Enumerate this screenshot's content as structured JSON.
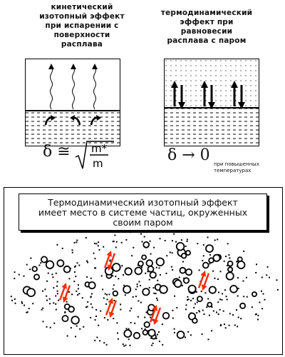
{
  "left": {
    "caption": "кинетический\nизотопный эффект\nпри испарении с\nповерхности\nрасплава",
    "formula": "δ ≅",
    "under_root_top": "m*",
    "under_root_bottom": "m"
  },
  "right": {
    "caption": "термодинамический\nэффект при\nравновесии\nрасплава с паром",
    "formula": "δ → 0",
    "note_line1": "при повышенных",
    "note_line2": "температурах"
  },
  "bottom": {
    "statement": "Термодинамический изотопный эффект\nимеет место в системе частиц, окруженных\nсвоим паром"
  },
  "colors": {
    "arrow": "#ff2a00",
    "ink": "#000000"
  }
}
